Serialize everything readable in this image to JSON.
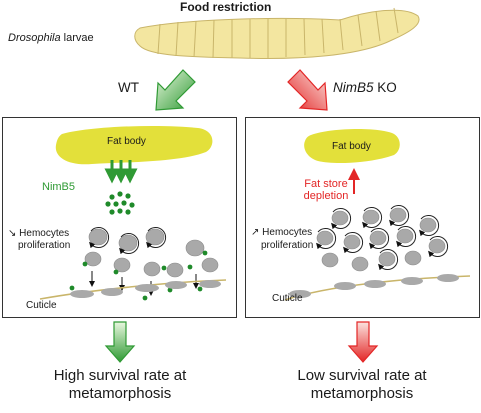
{
  "header": {
    "title": "Food restriction",
    "organism": "Drosophila",
    "organism_rest": " larvae"
  },
  "branches": {
    "wt_label": "WT",
    "ko_gene": "NimB5",
    "ko_suffix": " KO"
  },
  "left_panel": {
    "fat_body": "Fat body",
    "secreted_factor": "NimB5",
    "hemocytes_line1": "Hemocytes",
    "hemocytes_line2": "proliferation",
    "cuticle": "Cuticle",
    "trend_icon": "arrow-down-right-icon"
  },
  "right_panel": {
    "fat_body": "Fat body",
    "depletion_line1": "Fat store",
    "depletion_line2": "depletion",
    "hemocytes_line1": "Hemocytes",
    "hemocytes_line2": "proliferation",
    "cuticle": "Cuticle",
    "trend_icon": "arrow-up-right-icon"
  },
  "outcomes": {
    "left_line1": "High survival rate at",
    "left_line2": "metamorphosis",
    "right_line1": "Low survival rate at",
    "right_line2": "metamorphosis"
  },
  "colors": {
    "fat_body": "#e3e03a",
    "larva": "#f3e6a0",
    "green": "#2f9a34",
    "red": "#e32626",
    "hemocyte": "#a9a9a9"
  }
}
